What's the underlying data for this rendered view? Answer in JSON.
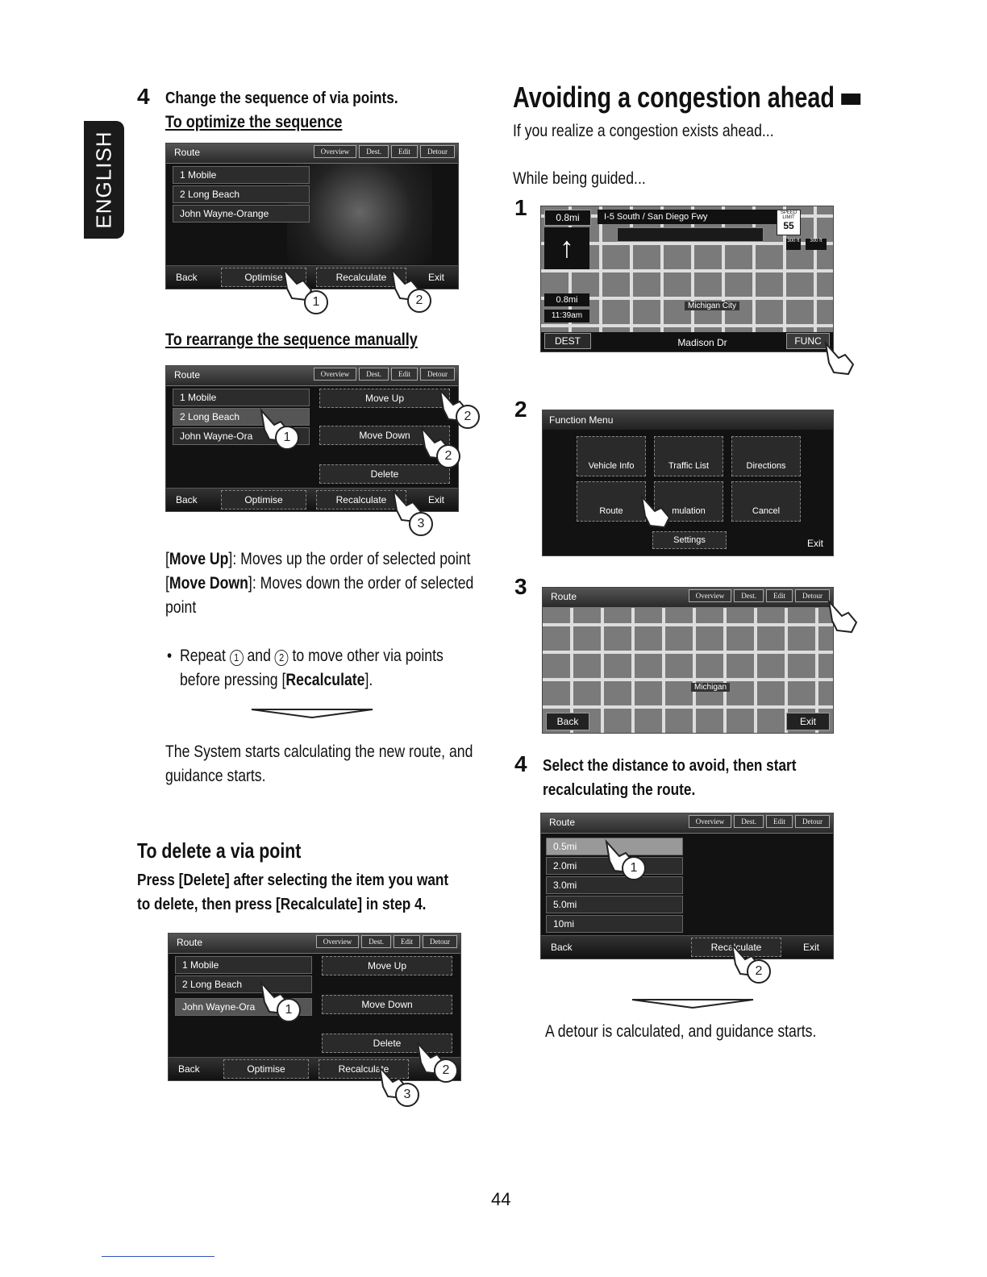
{
  "side_tab": {
    "label": "ENGLISH"
  },
  "left": {
    "step4": {
      "num": "4",
      "title": "Change the sequence of via points.",
      "sub_optimize": "To optimize the sequence",
      "sub_rearrange": "To rearrange the sequence manually"
    },
    "route_screen": {
      "title": "Route",
      "tabs": [
        "Overview",
        "Dest.",
        "Edit",
        "Detour"
      ],
      "items": [
        "1 Mobile",
        "2 Long Beach",
        "John Wayne-Orange"
      ],
      "items_short": [
        "1 Mobile",
        "2 Long Beach",
        "John Wayne-Ora"
      ],
      "back": "Back",
      "optimise": "Optimise",
      "recalculate": "Recalculate",
      "exit": "Exit",
      "move_up": "Move Up",
      "move_down": "Move Down",
      "delete": "Delete"
    },
    "callouts": {
      "c1": "1",
      "c2": "2",
      "c3": "3"
    },
    "desc": {
      "move_up_label": "Move Up",
      "move_up_text": ": Moves up the order of selected point",
      "move_down_label": "Move Down",
      "move_down_text": ": Moves down the order of selected",
      "move_down_text2": "point",
      "bullet_a": "Repeat ",
      "bullet_b": " and ",
      "bullet_c": " to move other via points",
      "bullet_d": "before pressing [",
      "bullet_recalc": "Recalculate",
      "bullet_e": "].",
      "result1": "The System starts calculating the new route, and",
      "result2": "guidance starts."
    },
    "delete_section": {
      "title": "To delete a via point",
      "line1": "Press [Delete] after selecting the item you want",
      "line2": "to delete, then press [Recalculate] in step 4."
    }
  },
  "right": {
    "title": "Avoiding a congestion ahead",
    "intro": "If you realize a congestion exists ahead...",
    "while": "While being guided...",
    "step_nums": [
      "1",
      "2",
      "3",
      "4"
    ],
    "screen1": {
      "dist": "0.8mi",
      "road": "I-5 South / San Diego Fwy",
      "speed_limit": "SPEED LIMIT",
      "speed": "55",
      "dist2": "0.8mi",
      "time": "11:39am",
      "city": "Michigan City",
      "street": "Madison Dr",
      "dest": "DEST",
      "func": "FUNC",
      "scale1": "300 ft",
      "scale2": "300 ft"
    },
    "screen2": {
      "title": "Function Menu",
      "buttons": [
        "Vehicle Info",
        "Traffic List",
        "Directions",
        "Route",
        "mulation",
        "Cancel"
      ],
      "settings": "Settings",
      "exit": "Exit"
    },
    "screen3": {
      "title": "Route",
      "tabs": [
        "Overview",
        "Dest.",
        "Edit",
        "Detour"
      ],
      "back": "Back",
      "exit": "Exit",
      "city": "Michigan"
    },
    "step4": {
      "title1": "Select the distance to avoid, then start",
      "title2": "recalculating the route."
    },
    "screen4": {
      "title": "Route",
      "tabs": [
        "Overview",
        "Dest.",
        "Edit",
        "Detour"
      ],
      "distances": [
        "0.5mi",
        "2.0mi",
        "3.0mi",
        "5.0mi",
        "10mi"
      ],
      "back": "Back",
      "recalculate": "Recalculate",
      "exit": "Exit"
    },
    "result": "A detour is calculated, and guidance starts."
  },
  "page_number": "44"
}
